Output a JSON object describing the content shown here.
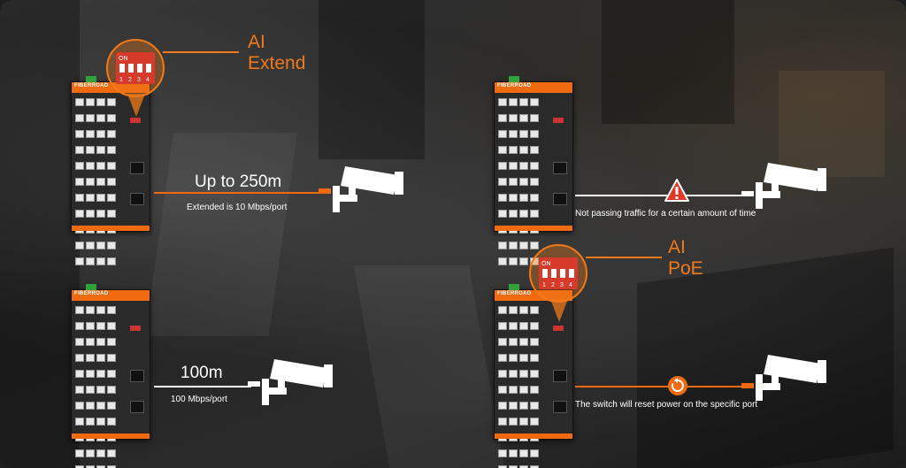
{
  "scenes": {
    "ai_extend": {
      "title_line1": "AI",
      "title_line2": "Extend",
      "main_label": "Up to 250m",
      "sub_label": "Extended is 10 Mbps/port"
    },
    "standard": {
      "main_label": "100m",
      "sub_label": "100 Mbps/port"
    },
    "not_passing": {
      "sub_label": "Not passing traffic for a certain amount of time"
    },
    "ai_poe": {
      "title_line1": "AI",
      "title_line2": "PoE",
      "sub_label": "The switch will reset power on the specific port"
    }
  },
  "dip_switch": {
    "on_label": "ON",
    "numbers": [
      "1",
      "2",
      "3",
      "4"
    ]
  },
  "brand_logo": "FIBERROAD",
  "colors": {
    "accent": "#f07a1a",
    "line_orange": "#f06a10",
    "line_white": "#ffffff",
    "warning_red": "#e03a2a"
  },
  "icons": [
    "dip-switch-icon",
    "cctv-camera-icon",
    "warning-triangle-icon",
    "power-reset-icon"
  ]
}
